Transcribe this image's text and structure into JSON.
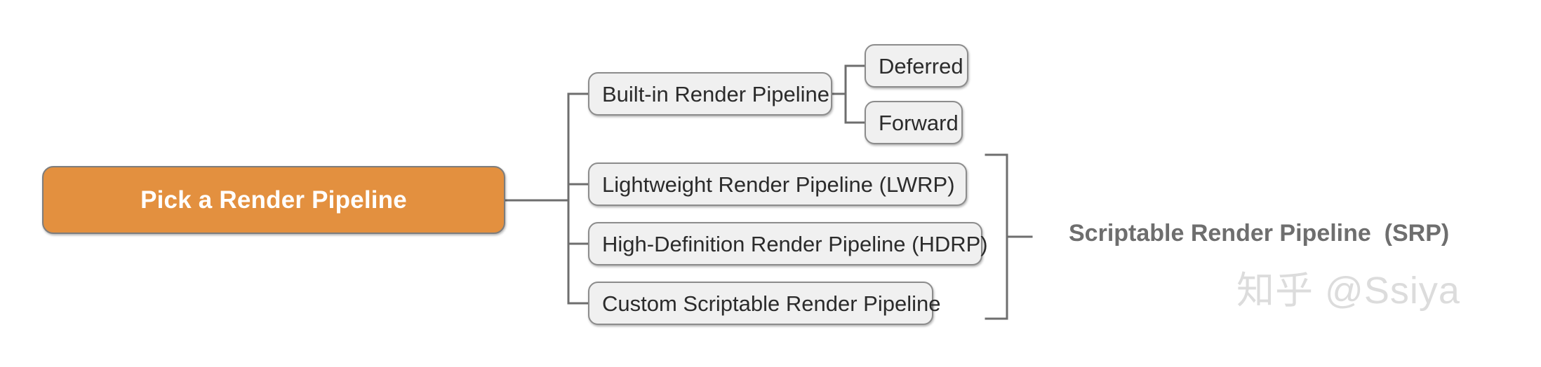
{
  "diagram": {
    "type": "mind-map",
    "title": "Pick a Render Pipeline",
    "root": {
      "label": "Pick a Render Pipeline",
      "fill": "#e3903f",
      "text_color": "#ffffff"
    },
    "nodes": {
      "builtin": "Built-in Render Pipeline",
      "deferred": "Deferred",
      "forward": "Forward",
      "lwrp": "Lightweight Render Pipeline (LWRP)",
      "hdrp": "High-Definition Render Pipeline (HDRP)",
      "custom": "Custom Scriptable Render Pipeline"
    },
    "group_label": "Scriptable Render Pipeline  (SRP)",
    "node_fill": "#f0f0f0",
    "node_border": "#8c8c8c",
    "connector_color": "#6e6e6e"
  },
  "watermark": {
    "text": "知乎 @Ssiya"
  }
}
